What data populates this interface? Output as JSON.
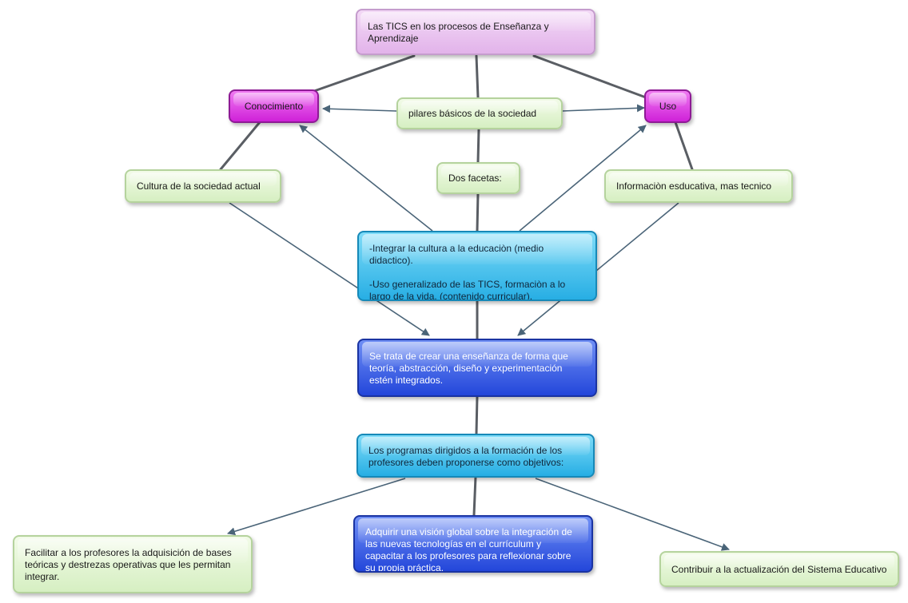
{
  "nodes": {
    "title": "Las TICS en los procesos de Enseñanza y Aprendizaje",
    "conocimiento": "Conocimiento",
    "pilares": "pilares básicos de la sociedad",
    "uso": "Uso",
    "cultura": "Cultura de la sociedad actual",
    "dos_facetas": "Dos facetas:",
    "informacion": "Informaciòn esducativa, mas tecnico",
    "integrar": "-Integrar la cultura a la educaciòn (medio didactico).\n\n-Uso generalizado de las TICS,  formaciòn a lo largo de la vida. (contenido curricular).",
    "se_trata": "Se trata de crear una enseñanza de forma que teoría, abstracción, diseño y experimentación estén integrados.",
    "programas": "Los programas dirigidos a la formación de los profesores deben proponerse como objetivos:",
    "facilitar": "Facilitar a los profesores la adquisición de bases teóricas y destrezas operativas que les permitan integrar.",
    "adquirir": "Adquirir una visión global sobre la integración de las nuevas tecnologías en el currículum y capacitar a los profesores para reflexionar sobre su propia práctica.",
    "contribuir": "Contribuir a la actualización del Sistema Educativo"
  },
  "colors": {
    "lilac": "#e2b3ea",
    "magenta": "#cf21d8",
    "green": "#d6efc2",
    "cyan": "#27aee4",
    "blue": "#2346da",
    "line": "#555a60",
    "arrow": "#4a6478"
  }
}
